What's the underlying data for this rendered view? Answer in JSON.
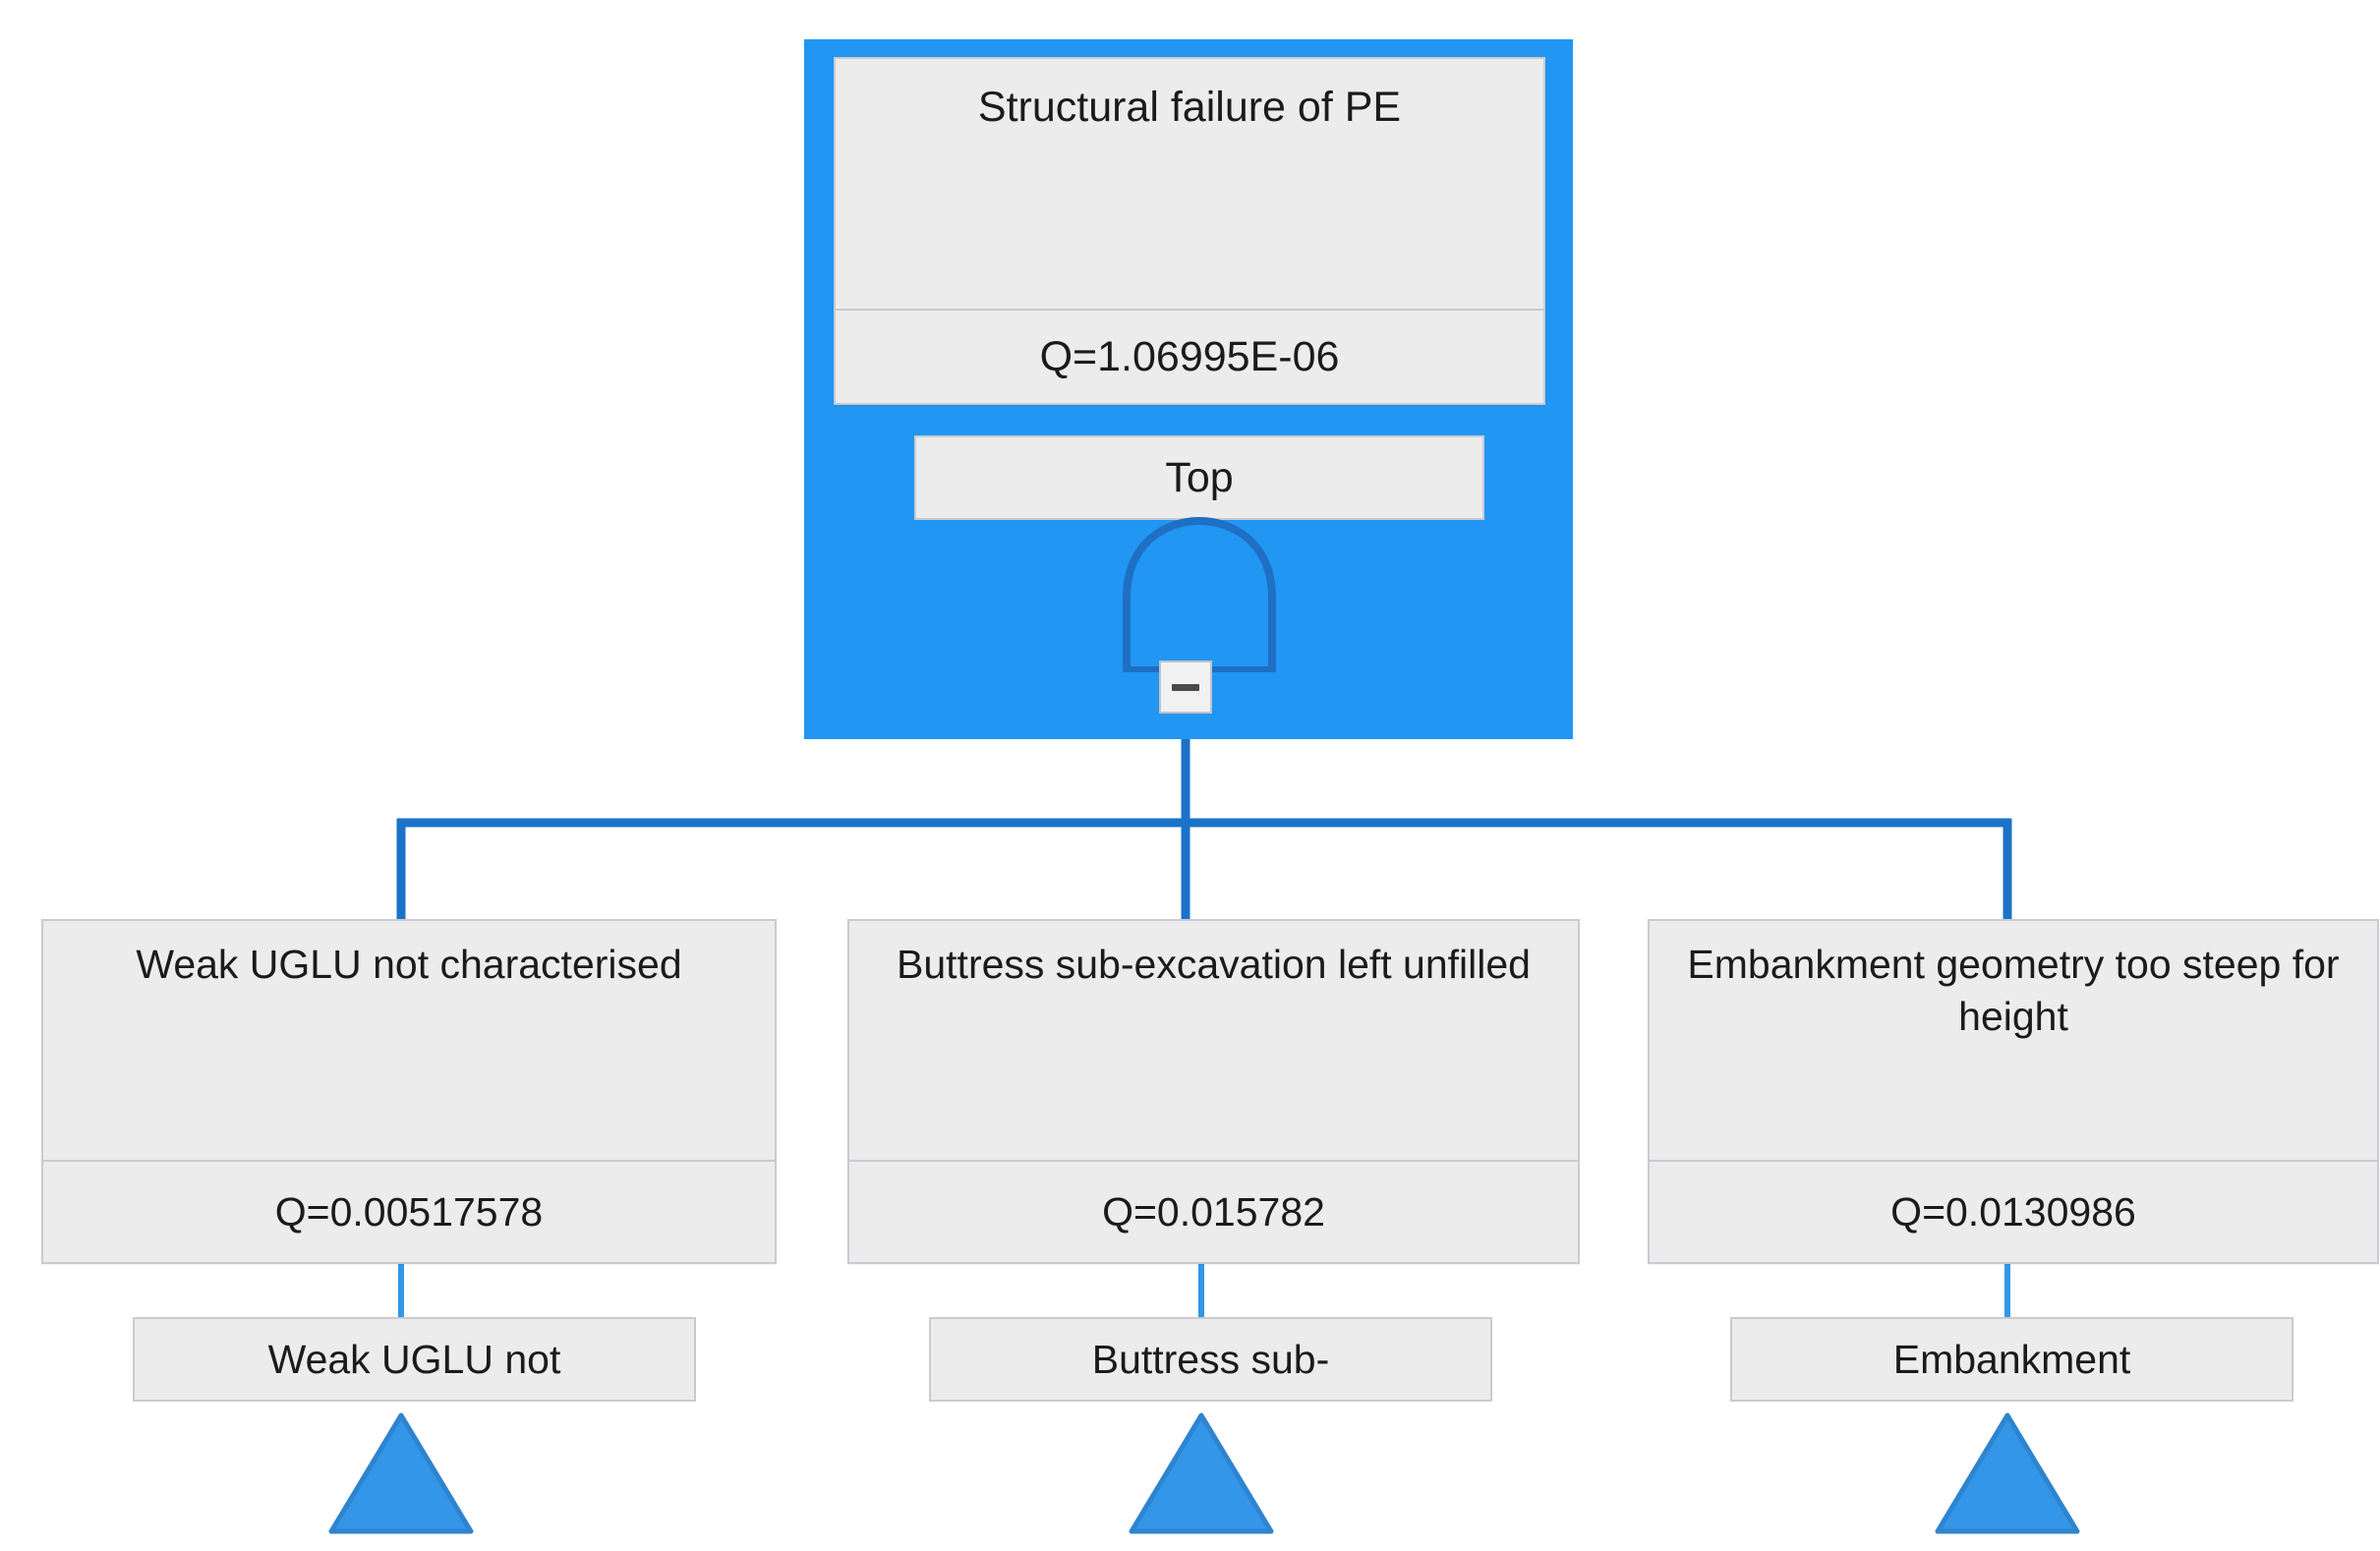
{
  "diagram": {
    "type": "fault-tree",
    "colors": {
      "selection": "#2196f3",
      "connector": "#1a73c8",
      "box_fill": "#ececed",
      "box_border": "#c9cbd2",
      "transfer_fill": "#3396e8",
      "text": "#1b1b1b"
    },
    "top_event": {
      "description": "Structural failure of PE",
      "q_value": "Q=1.06995E-06",
      "gate_label": "Top",
      "gate_type": "or-gate",
      "selected": true,
      "collapse_button": "−"
    },
    "children": [
      {
        "description": "Weak UGLU not characterised",
        "q_value": "Q=0.00517578",
        "transfer_label": "Weak UGLU not",
        "transfer_type": "transfer-in-triangle"
      },
      {
        "description": "Buttress sub-excavation left unfilled",
        "q_value": "Q=0.015782",
        "transfer_label": "Buttress sub-",
        "transfer_type": "transfer-in-triangle"
      },
      {
        "description": "Embankment geometry too steep for height",
        "q_value": "Q=0.0130986",
        "transfer_label": "Embankment",
        "transfer_type": "transfer-in-triangle"
      }
    ]
  }
}
